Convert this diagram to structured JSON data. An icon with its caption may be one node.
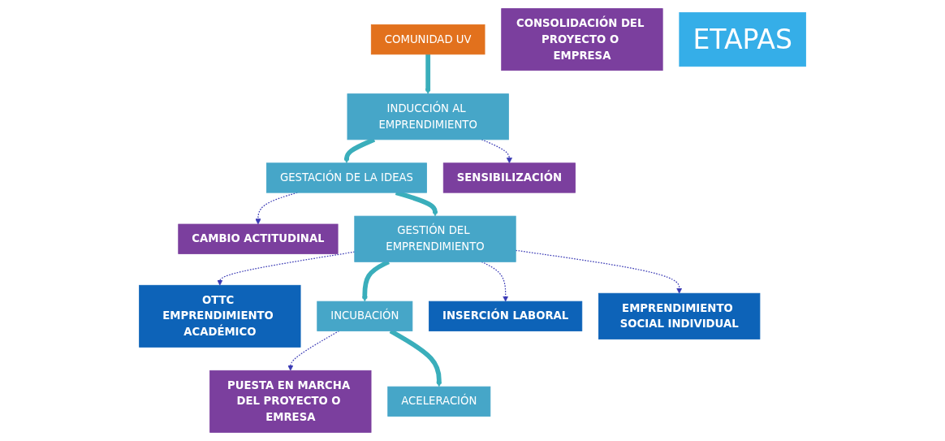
{
  "diagram": {
    "nodes": [
      {
        "text": [
          "COMUNIDAD UV"
        ]
      },
      {
        "text": [
          "CAMBIO ACTITUDINAL"
        ]
      },
      {
        "text": [
          "INDUCCIÓN AL EMPRENDIMIENTO"
        ]
      },
      {
        "text": [
          "GESTACIÓN DE LA IDEAS"
        ]
      },
      {
        "text": [
          "SENSIBILIZACIÓN"
        ]
      },
      {
        "text": [
          "OTTC EMPRENDIMIENTO ACADÉMICO"
        ]
      },
      {
        "text": [
          "GESTIÓN DEL EMPRENDIMIENTO"
        ]
      },
      {
        "text": [
          "PUESTA EN MARCHA DEL PROYECTO O EMRESA"
        ]
      },
      {
        "text": [
          "INCUBACIÓN"
        ]
      },
      {
        "text": [
          "ACELERACIÓN"
        ]
      },
      {
        "text": [
          "CONSOLIDACIÓN DEL PROYECTO O EMPRESA"
        ]
      },
      {
        "text": [
          "INSERCIÓN LABORAL"
        ]
      },
      {
        "text": [
          "EMPRENDIMIENTO SOCIAL INDIVIDUAL"
        ]
      },
      {
        "text": [
          "ETAPAS"
        ]
      }
    ],
    "edges": [
      {
        "from": 0,
        "to": 2,
        "arrow": "to",
        "style": "thick",
        "color": "#3aaebb"
      },
      {
        "from": 2,
        "to": 4,
        "arrow": "to",
        "style": "dashed"
      },
      {
        "from": 2,
        "to": 3,
        "arrow": "to",
        "style": "thick",
        "color": "#3aaebb"
      },
      {
        "from": 3,
        "to": 1,
        "arrow": "to",
        "style": "dashed"
      },
      {
        "from": 3,
        "to": 6,
        "arrow": "to",
        "style": "thick",
        "color": "#3aaebb"
      },
      {
        "from": 6,
        "to": 5,
        "arrow": "to",
        "style": "dashed"
      },
      {
        "from": 6,
        "to": 11,
        "arrow": "to",
        "style": "dashed"
      },
      {
        "from": 6,
        "to": 12,
        "arrow": "to",
        "style": "dashed"
      },
      {
        "from": 6,
        "to": 8,
        "arrow": "to",
        "style": "thick",
        "color": "#3aaebb"
      },
      {
        "from": 8,
        "to": 7,
        "arrow": "to",
        "style": "dashed"
      },
      {
        "from": 8,
        "to": 9,
        "arrow": "to",
        "style": "thick",
        "color": "#3aaebb"
      }
    ]
  }
}
